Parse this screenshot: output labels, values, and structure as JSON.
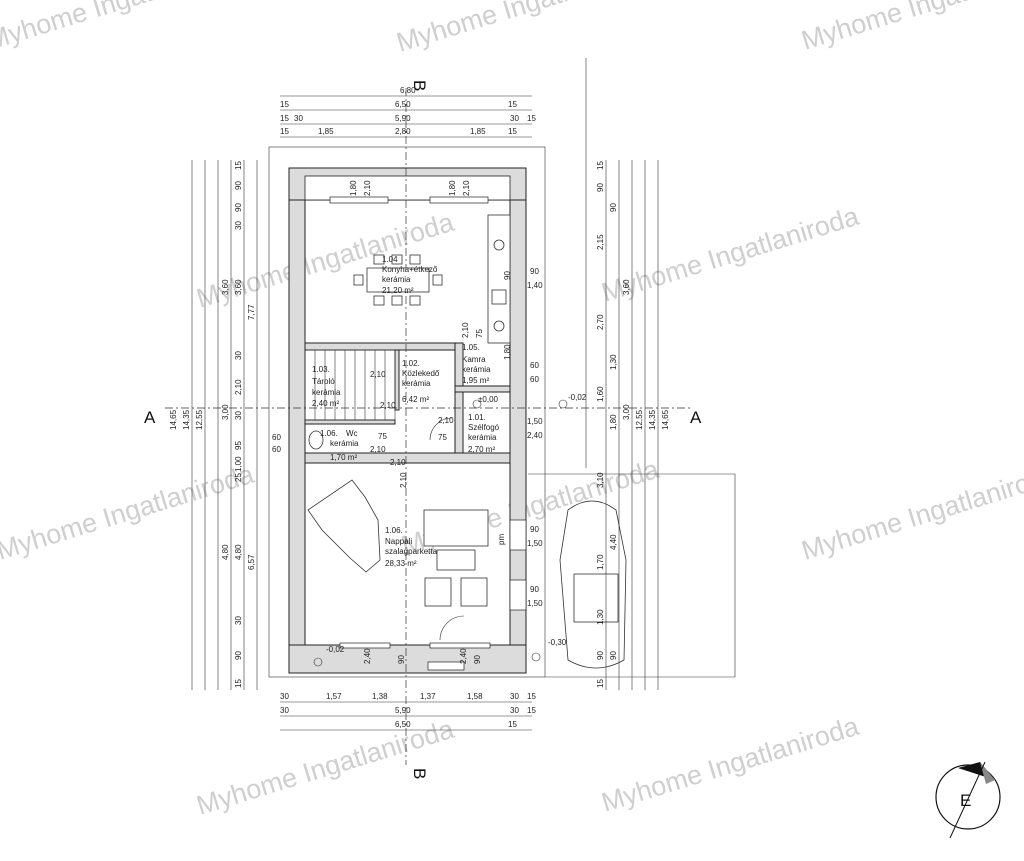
{
  "watermarks": [
    "Myhome Ingatlaniroda",
    "Myhome Ingatlaniroda",
    "Myhome Ingatlaniroda",
    "Myhome Ingatlaniroda",
    "Myhome Ingatlaniroda",
    "Myhome Ingatlaniroda",
    "Myhome Ingatlaniroda",
    "Myhome Ingatlaniroda",
    "Myhome Ingatlaniroda",
    "Myhome Ingatlaniroda"
  ],
  "sections": {
    "a": "A",
    "b": "B"
  },
  "compass": "E",
  "rooms": {
    "kitchen": {
      "num": "1.04",
      "name": "Konyha+étkező",
      "floor": "kerámia",
      "area": "21,20 m²"
    },
    "hall": {
      "num": "1.02.",
      "name": "Közlekedő",
      "floor": "kerámia",
      "area": "6,42 m²"
    },
    "pantry": {
      "num": "1.05.",
      "name": "Kamra",
      "floor": "kerámia",
      "area": "1,95 m²"
    },
    "storage": {
      "num": "1.03.",
      "name": "Tároló",
      "floor": "kerámia",
      "area": "2,40 m²"
    },
    "wc": {
      "num": "1.06.",
      "name": "Wc",
      "floor": "kerámia",
      "area": "1,70 m²"
    },
    "entry": {
      "num": "1.01.",
      "name": "Szélfogó",
      "floor": "kerámia",
      "area": "2,70 m²"
    },
    "living": {
      "num": "1.06.",
      "name": "Nappali",
      "floor": "szalagparketta",
      "area": "28,33 m²"
    }
  },
  "levels": {
    "floor": "±0,00",
    "outside": "-0,02",
    "terrace": "-0,02",
    "garage": "-0,30"
  },
  "top_dims": {
    "r1": [
      "6,80"
    ],
    "r2": [
      "15",
      "6,50",
      "15"
    ],
    "r3": [
      "15",
      "30",
      "5,90",
      "30",
      "15"
    ],
    "r4": [
      "15",
      "1,85",
      "2,80",
      "1,85",
      "15"
    ]
  },
  "bottom_dims": {
    "r1": [
      "30",
      "1,57",
      "1,38",
      "1,37",
      "1,58",
      "30",
      "15"
    ],
    "r2": [
      "30",
      "5,90",
      "30",
      "15"
    ],
    "r3": [
      "6,50",
      "15"
    ]
  },
  "left_dims": [
    "15",
    "90",
    "90",
    "30",
    "3,60",
    "30",
    "2,10",
    "30",
    "95",
    "1,00",
    "25",
    "4,80",
    "30",
    "90",
    "15",
    "3,60",
    "3,00",
    "4,80",
    "7,77",
    "6,57",
    "12,55",
    "14,35",
    "14,65"
  ],
  "right_dims": [
    "15",
    "90",
    "90",
    "2,15",
    "3,60",
    "2,70",
    "1,30",
    "1,60",
    "1,80",
    "3,00",
    "3,10",
    "4,40",
    "1,70",
    "1,30",
    "90",
    "90",
    "15",
    "12,55",
    "14,35",
    "14,65"
  ],
  "window_dims": [
    "1,80",
    "2,10",
    "1,80",
    "2,10",
    "90",
    "1,40",
    "60",
    "60",
    "1,50",
    "2,40",
    "90",
    "1,50",
    "90",
    "1,50",
    "2,40",
    "90",
    "2,40",
    "90",
    "2,10",
    "75",
    "2,10",
    "75",
    "2,10",
    "2,10",
    "60",
    "60",
    "2,10",
    "90",
    "1,80",
    "75",
    "2,10",
    "2,10"
  ],
  "prefix_pm": "pm"
}
